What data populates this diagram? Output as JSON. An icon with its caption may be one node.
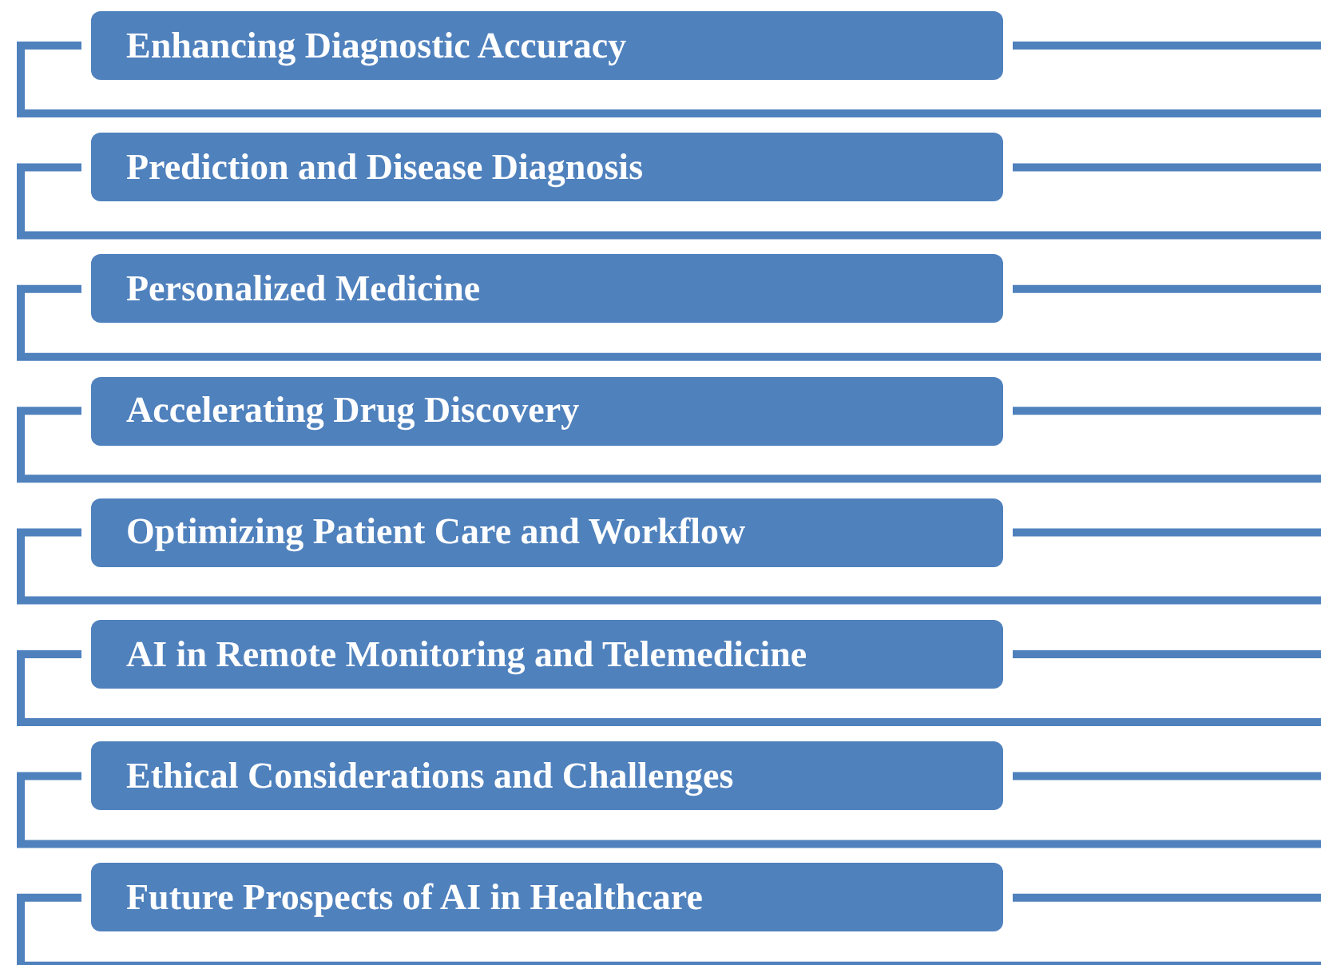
{
  "diagram": {
    "nodes": [
      {
        "text": [
          "Enhancing Diagnostic Accuracy"
        ]
      },
      {
        "text": [
          "Prediction and Disease Diagnosis"
        ]
      },
      {
        "text": [
          "Personalized Medicine"
        ]
      },
      {
        "text": [
          "Accelerating Drug Discovery"
        ]
      },
      {
        "text": [
          "Optimizing Patient Care and Workflow"
        ]
      },
      {
        "text": [
          "AI in Remote Monitoring and Telemedicine"
        ]
      },
      {
        "text": [
          "Ethical Considerations and Challenges"
        ]
      },
      {
        "text": [
          "Future Prospects of AI in Healthcare"
        ]
      }
    ]
  }
}
